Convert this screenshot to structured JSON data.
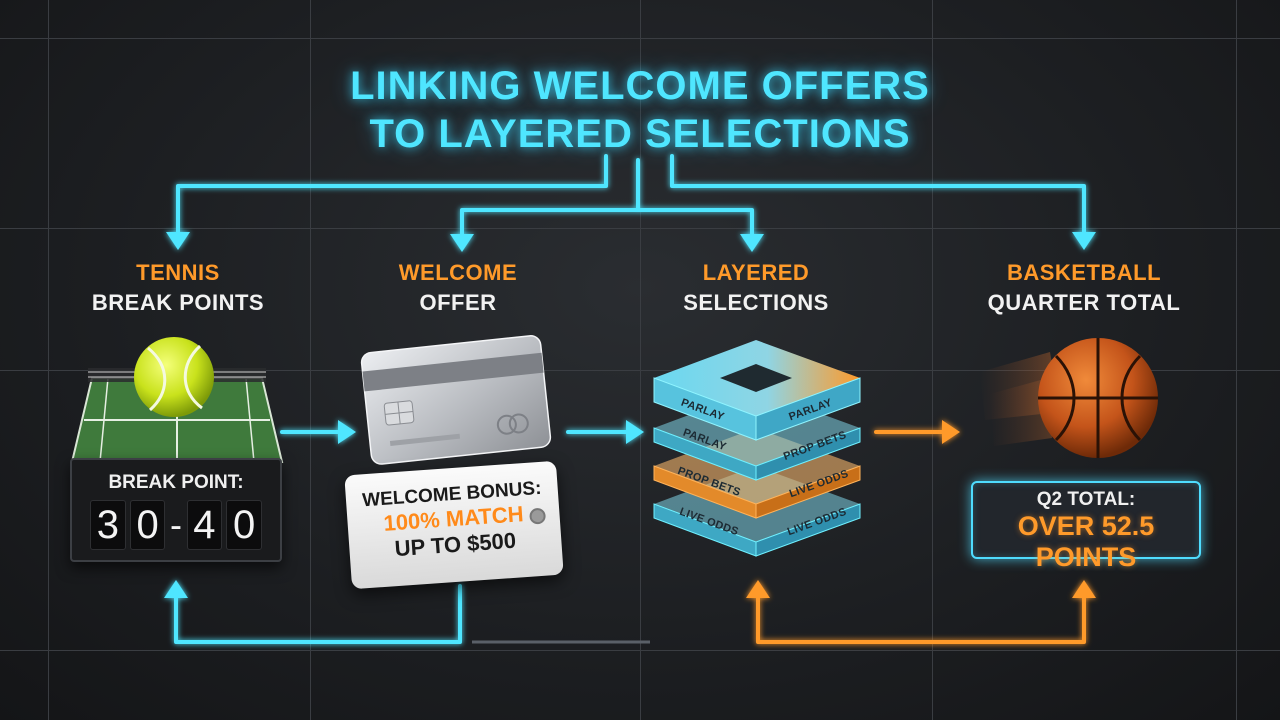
{
  "title": {
    "line1": "LINKING WELCOME OFFERS",
    "line2": "TO LAYERED SELECTIONS"
  },
  "nodes": [
    {
      "line1": "TENNIS",
      "line2": "BREAK POINTS"
    },
    {
      "line1": "WELCOME",
      "line2": "OFFER"
    },
    {
      "line1": "LAYERED",
      "line2": "SELECTIONS"
    },
    {
      "line1": "BASKETBALL",
      "line2": "QUARTER TOTAL"
    }
  ],
  "tennis": {
    "scoreboard_label": "BREAK POINT:",
    "score_digits": [
      "3",
      "0",
      "4",
      "0"
    ]
  },
  "welcome": {
    "tag_line1": "WELCOME BONUS:",
    "tag_line2": "100% MATCH",
    "tag_line3": "UP TO $500"
  },
  "layers": {
    "labels": [
      "PARLAY",
      "PARLAY",
      "PARLAY",
      "PROP BETS",
      "PROP BETS",
      "LIVE ODDS",
      "LIVE ODDS",
      "LIVE ODDS"
    ]
  },
  "basketball": {
    "total_label": "Q2 TOTAL:",
    "total_value": "OVER 52.5 POINTS"
  },
  "colors": {
    "cyan": "#4fe6ff",
    "orange": "#ff9a2a",
    "background": "#1c1e21",
    "card_silver": "#c9cbcf"
  },
  "icons": [
    "tennis-ball-icon",
    "tennis-court-icon",
    "credit-card-icon",
    "price-tag-icon",
    "stacked-layers-icon",
    "basketball-icon"
  ]
}
